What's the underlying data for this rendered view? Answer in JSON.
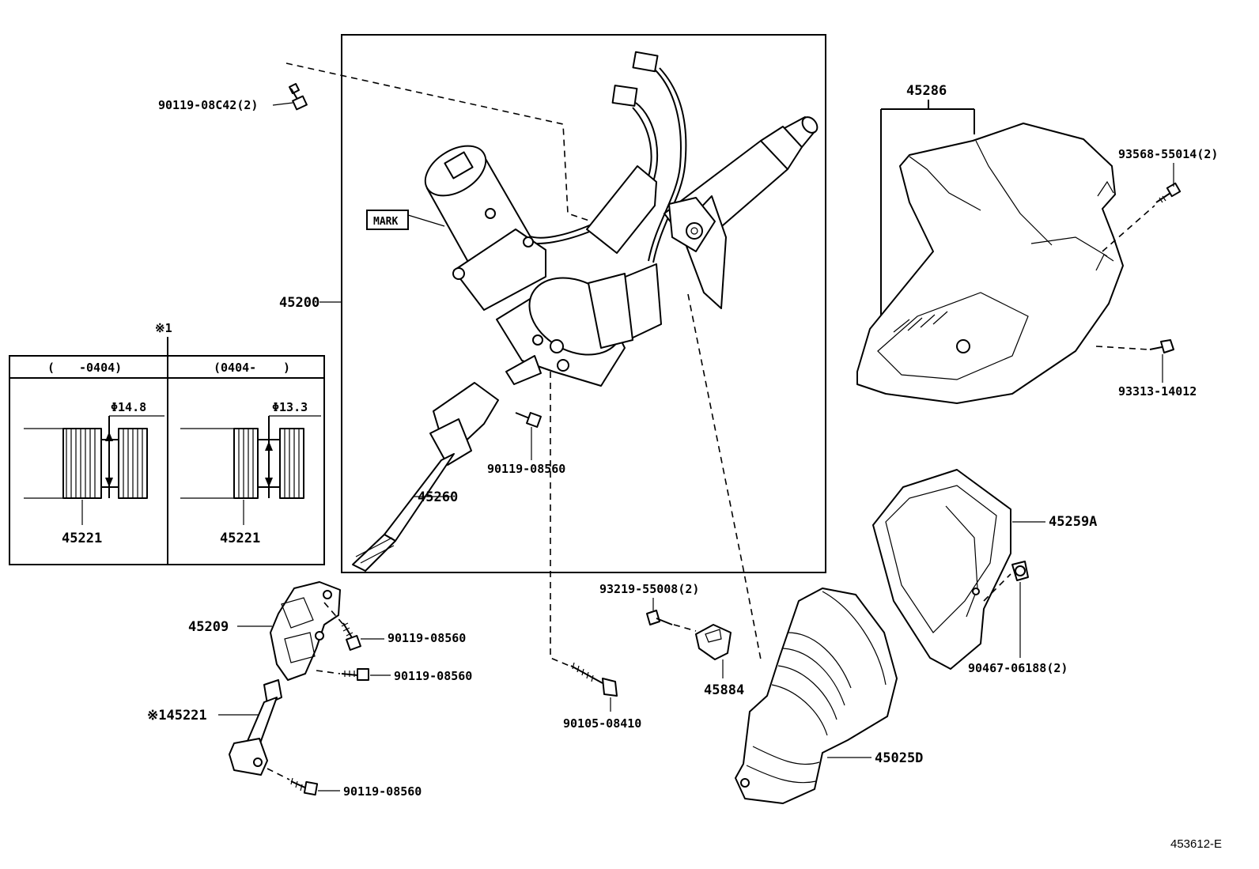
{
  "part_labels": {
    "l_90119_08c42": "90119-08C42(2)",
    "l_45200": "45200",
    "l_mark": "MARK",
    "l_45286": "45286",
    "l_93568": "93568-55014(2)",
    "l_93313": "93313-14012",
    "l_90119_08560_a": "90119-08560",
    "l_45260": "45260",
    "l_45259a": "45259A",
    "l_93219": "93219-55008(2)",
    "l_90467": "90467-06188(2)",
    "l_45884": "45884",
    "l_45025d": "45025D",
    "l_45209": "45209",
    "l_90119_08560_b": "90119-08560",
    "l_90119_08560_c": "90119-08560",
    "l_145221": "※145221",
    "l_90119_08560_d": "90119-08560",
    "l_90105": "90105-08410"
  },
  "inset": {
    "marker": "※1",
    "col_left_header_open": "(",
    "col_left_header_code": "-0404)",
    "col_right_header_code": "(0404-",
    "col_right_header_close": ")",
    "dim_left": "Φ14.8",
    "dim_right": "Φ13.3",
    "part_left": "45221",
    "part_right": "45221"
  },
  "diagram_id": "453612-E"
}
